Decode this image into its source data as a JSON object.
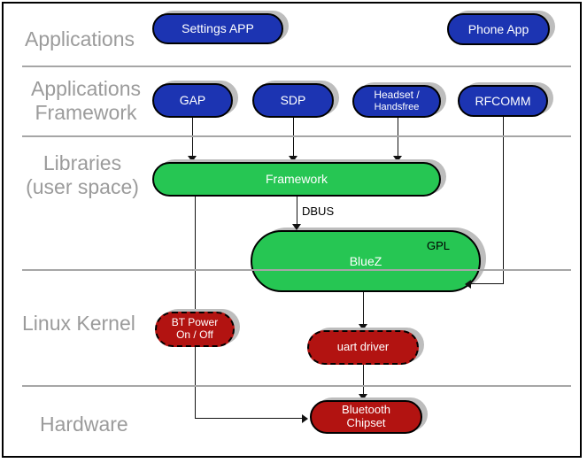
{
  "diagram": {
    "row_labels": {
      "applications": "Applications",
      "applications_framework": {
        "line1": "Applications",
        "line2": "Framework"
      },
      "libraries": {
        "line1": "Libraries",
        "line2": "(user space)"
      },
      "linux_kernel": "Linux Kernel",
      "hardware": "Hardware"
    },
    "nodes": {
      "settings_app": "Settings APP",
      "phone_app": "Phone App",
      "gap": "GAP",
      "sdp": "SDP",
      "headset": {
        "line1": "Headset /",
        "line2": "Handsfree"
      },
      "rfcomm": "RFCOMM",
      "framework": "Framework",
      "bluez": "BlueZ",
      "bluez_license": "GPL",
      "bt_power": {
        "line1": "BT Power",
        "line2": "On / Off"
      },
      "uart_driver": "uart driver",
      "bluetooth_chipset": {
        "line1": "Bluetooth",
        "line2": "Chipset"
      }
    },
    "edge_labels": {
      "dbus": "DBUS"
    },
    "colors": {
      "application_blue": "#1c34b2",
      "library_green": "#26c653",
      "kernel_red": "#b21311",
      "row_label_gray": "#9b9b9b",
      "shadow_gray": "#bdbdbd",
      "divider_gray": "#a6a6a6",
      "connector_black": "#111111"
    }
  }
}
